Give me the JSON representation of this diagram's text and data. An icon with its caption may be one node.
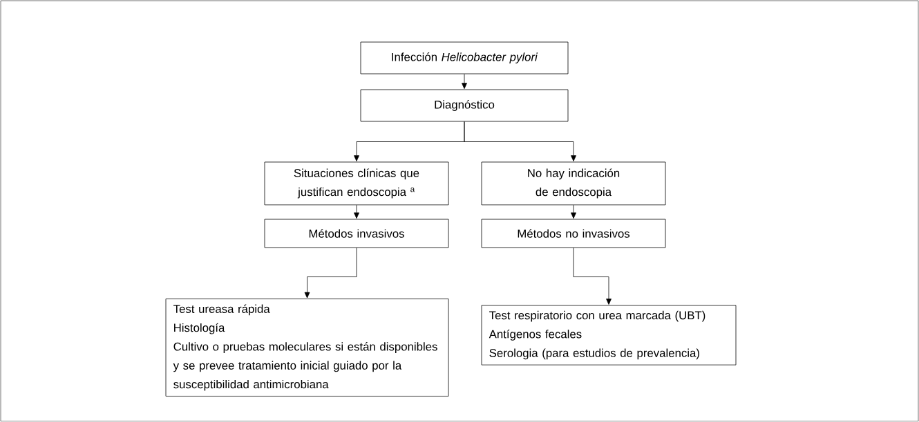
{
  "diagram": {
    "nodes": [
      {
        "text": [
          "Infección *Helicobacter pylori*"
        ]
      },
      {
        "text": [
          "Diagnóstico"
        ]
      },
      {
        "text": [
          "Situaciones clínicas que justifican endoscopia $^{a}$"
        ]
      },
      {
        "text": [
          "No hay indicación de endoscopia"
        ]
      },
      {
        "text": [
          "Métodos invasivos"
        ]
      },
      {
        "text": [
          "Métodos no invasivos"
        ]
      },
      {
        "text": [
          "Test ureasa rápida",
          "Histología",
          "Cultivo o pruebas moleculares si están disponibles y se prevee tratamiento inicial guiado por la susceptibilidad antimicrobiana"
        ]
      },
      {
        "text": [
          "Test respiratorio con urea marcada (UBT)",
          "Antígenos fecales",
          "Serologia (para estudios de prevalencia)"
        ]
      }
    ],
    "edges": [
      {
        "from": 0,
        "to": 1,
        "arrow": "to"
      },
      {
        "from": 1,
        "to": 2,
        "arrow": "to"
      },
      {
        "from": 1,
        "to": 3,
        "arrow": "to"
      },
      {
        "from": 2,
        "to": 4,
        "arrow": "to"
      },
      {
        "from": 3,
        "to": 5,
        "arrow": "to"
      },
      {
        "from": 4,
        "to": 6,
        "arrow": "to"
      },
      {
        "from": 5,
        "to": 7,
        "arrow": "to"
      }
    ]
  }
}
